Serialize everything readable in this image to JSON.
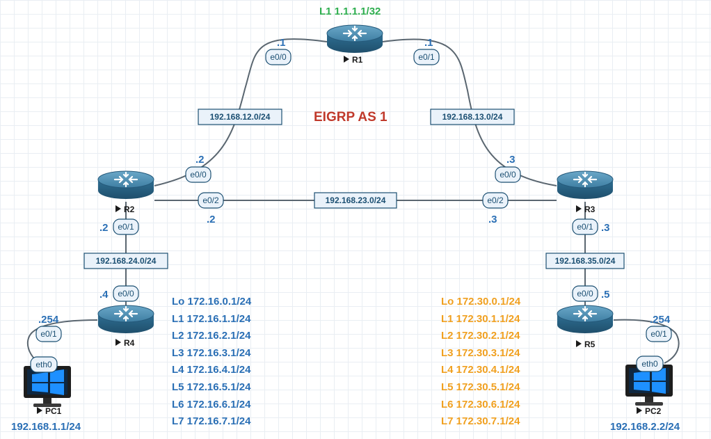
{
  "protocol_label": "EIGRP AS 1",
  "r1_loopback": "L1 1.1.1.1/32",
  "devices": {
    "r1": "R1",
    "r2": "R2",
    "r3": "R3",
    "r4": "R4",
    "r5": "R5",
    "pc1": "PC1",
    "pc2": "PC2"
  },
  "subnets": {
    "r1_r2": "192.168.12.0/24",
    "r1_r3": "192.168.13.0/24",
    "r2_r3": "192.168.23.0/24",
    "r2_r4": "192.168.24.0/24",
    "r3_r5": "192.168.35.0/24"
  },
  "interfaces": {
    "r1_to_r2": "e0/0",
    "r1_to_r3": "e0/1",
    "r2_to_r1": "e0/0",
    "r2_to_r3": "e0/2",
    "r2_to_r4": "e0/1",
    "r3_to_r1": "e0/0",
    "r3_to_r2": "e0/2",
    "r3_to_r5": "e0/1",
    "r4_to_r2": "e0/0",
    "r4_to_pc1": "e0/1",
    "r5_to_r3": "e0/0",
    "r5_to_pc2": "e0/1",
    "pc1_eth": "eth0",
    "pc2_eth": "eth0"
  },
  "host_numbers": {
    "r1_left": ".1",
    "r1_right": ".1",
    "r2_top": ".2",
    "r2_link": ".2",
    "r2_down": ".2",
    "r3_top": ".3",
    "r3_link": ".3",
    "r3_down": ".3",
    "r4_up": ".4",
    "r4_pc": ".254",
    "r5_up": ".5",
    "r5_pc": ".254"
  },
  "pc_addresses": {
    "pc1": "192.168.1.1/24",
    "pc2": "192.168.2.2/24"
  },
  "r4_loopbacks": [
    "Lo 172.16.0.1/24",
    "L1 172.16.1.1/24",
    "L2 172.16.2.1/24",
    "L3 172.16.3.1/24",
    "L4 172.16.4.1/24",
    "L5 172.16.5.1/24",
    "L6 172.16.6.1/24",
    "L7 172.16.7.1/24"
  ],
  "r5_loopbacks": [
    "Lo 172.30.0.1/24",
    "L1 172.30.1.1/24",
    "L2 172.30.2.1/24",
    "L3 172.30.3.1/24",
    "L4 172.30.4.1/24",
    "L5 172.30.5.1/24",
    "L6 172.30.6.1/24",
    "L7 172.30.7.1/24"
  ],
  "colors": {
    "link": "#5a6670",
    "router_body": "#2e6b8e",
    "router_top": "#4e8fb2",
    "r4_loopback_text": "#2a6fb5",
    "r5_loopback_text": "#f0a020",
    "protocol_label": "#c0392b",
    "r1_loopback": "#2eae4f"
  },
  "icons": [
    "router-icon",
    "pc-icon",
    "play-triangle-icon"
  ]
}
